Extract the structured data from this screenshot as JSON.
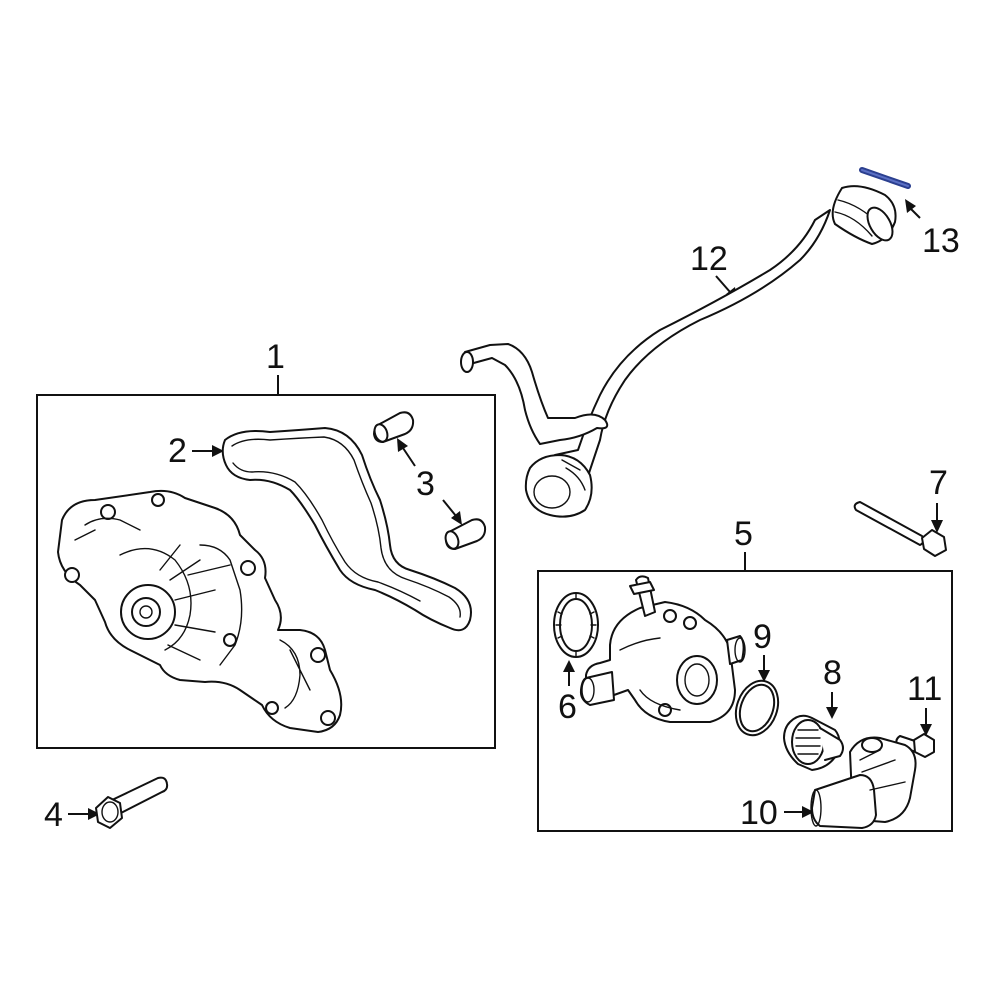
{
  "callouts": {
    "c1": "1",
    "c2": "2",
    "c3": "3",
    "c4": "4",
    "c5": "5",
    "c6": "6",
    "c7": "7",
    "c8": "8",
    "c9": "9",
    "c10": "10",
    "c11": "11",
    "c12": "12",
    "c13": "13"
  },
  "colors": {
    "line": "#111111",
    "highlight": "#2b3f8f",
    "background": "#ffffff"
  }
}
